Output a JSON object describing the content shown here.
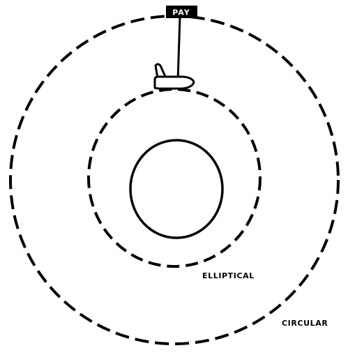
{
  "payload_label": "PAY",
  "labels": {
    "inner_orbit": "ELLIPTICAL",
    "outer_orbit": "CIRCULAR"
  }
}
